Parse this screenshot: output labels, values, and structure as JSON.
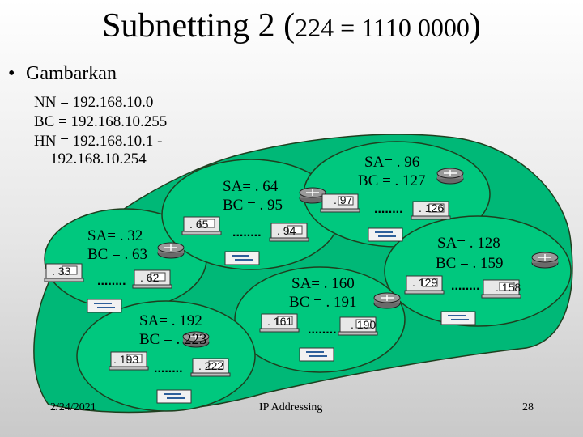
{
  "title": {
    "main": "Subnetting 2 (",
    "small": "224 = 1110 0000",
    ")": ")",
    "close": ")"
  },
  "bullet": {
    "marker": "•",
    "text": "Gambarkan"
  },
  "info": {
    "nn": "NN = 192.168.10.0",
    "bc": "BC = 192.168.10.255",
    "hn1": "HN = 192.168.10.1 -",
    "hn2": "192.168.10.254"
  },
  "subnets": [
    {
      "sa": "SA= . 32",
      "bc": "BC = . 63"
    },
    {
      "sa": "SA= . 64",
      "bc": "BC = . 95"
    },
    {
      "sa": "SA= . 96",
      "bc": "BC = . 127"
    },
    {
      "sa": "SA= . 128",
      "bc": "BC = . 159"
    },
    {
      "sa": "SA= . 160",
      "bc": "BC = . 191"
    },
    {
      "sa": "SA= . 192",
      "bc": "BC = . 223"
    }
  ],
  "hosts": [
    ". 33",
    ". 62",
    ". 65",
    ". 94",
    ". 97",
    ". 126",
    ". 129",
    ". 158",
    ". 161",
    ". 190",
    ". 193",
    ". 222"
  ],
  "ellipsis": "........",
  "footer": {
    "date": "2/24/2021",
    "center": "IP Addressing",
    "page": "28"
  },
  "colors": {
    "backbone": "#00b877",
    "subnet": "#00c87e",
    "stroke": "#1f3f1f"
  }
}
